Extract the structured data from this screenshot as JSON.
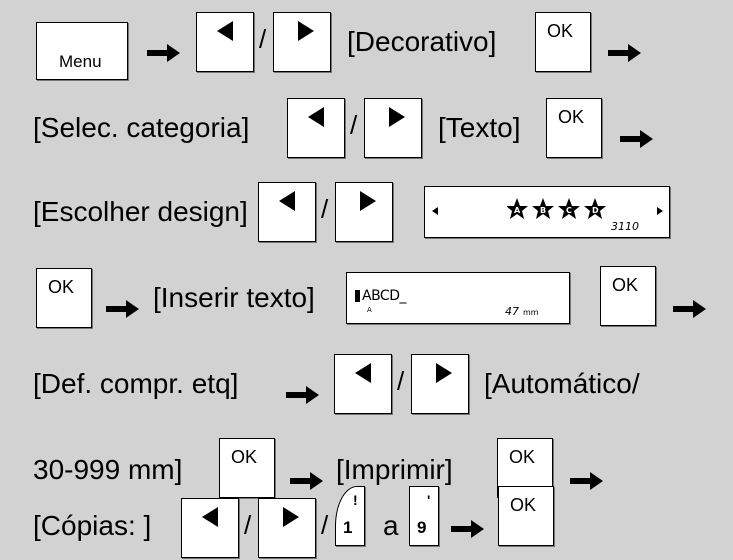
{
  "keys": {
    "menu": "Menu",
    "ok": "OK",
    "num_one": "1",
    "num_one_alt": "!",
    "num_nine": "9",
    "num_nine_alt": "'"
  },
  "separators": {
    "slash": "/",
    "a": "a"
  },
  "steps": {
    "decorativo": "[Decorativo]",
    "selec_categoria": "[Selec. categoria]",
    "texto": "[Texto]",
    "escolher_design": "[Escolher design]",
    "inserir_texto": "[Inserir texto]",
    "def_compr": "[Def. compr. etq]",
    "automatico": "[Automático/",
    "range": "30-999 mm]",
    "imprimir": "[Imprimir]",
    "copias": "[Cópias: ]"
  },
  "lcd_design": {
    "code": "3110"
  },
  "lcd_text": {
    "value": "ABCD_",
    "mode": "A",
    "size": "47"
  },
  "colors": {
    "background": "#d2d2d2",
    "key": "#ffffff",
    "border": "#000000"
  },
  "icons": [
    "right-arrow-icon",
    "triangle-left-icon",
    "triangle-right-icon",
    "star-letter-icon"
  ]
}
